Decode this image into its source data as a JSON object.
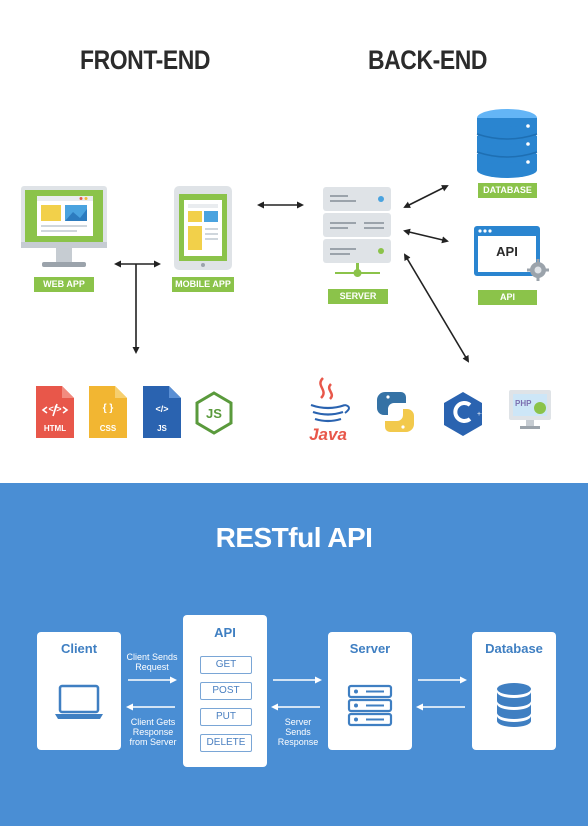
{
  "sections": {
    "front_end": "FRONT-END",
    "back_end": "BACK-END"
  },
  "front_end": {
    "web_app": "WEB APP",
    "mobile_app": "MOBILE APP",
    "technologies": [
      "HTML",
      "CSS",
      "JS",
      "{ }",
      "</>"
    ]
  },
  "back_end": {
    "server": "SERVER",
    "database": "DATABASE",
    "api": "API",
    "api_window": "API",
    "technologies": [
      "Java",
      "PHP"
    ]
  },
  "restful": {
    "title": "RESTful API",
    "client": "Client",
    "api": "API",
    "server": "Server",
    "database": "Database",
    "methods": [
      "GET",
      "POST",
      "PUT",
      "DELETE"
    ],
    "client_sends": "Client Sends Request",
    "client_gets": "Client Gets Response from Server",
    "server_sends": "Server Sends Response"
  },
  "colors": {
    "green": "#8bc34a",
    "blue_bg": "#4a8ed4",
    "card_title": "#3f7fc2",
    "html": "#e8574a",
    "css": "#f2b632",
    "js": "#2a63b0",
    "node": "#5a9a3c",
    "c_sharp": "#2a63b0"
  },
  "icons": [
    "monitor-icon",
    "tablet-icon",
    "server-icon",
    "database-icon",
    "api-window-icon",
    "html-file-icon",
    "css-file-icon",
    "js-file-icon",
    "nodejs-icon",
    "java-icon",
    "python-icon",
    "c-sharp-icon",
    "php-icon",
    "laptop-icon"
  ]
}
